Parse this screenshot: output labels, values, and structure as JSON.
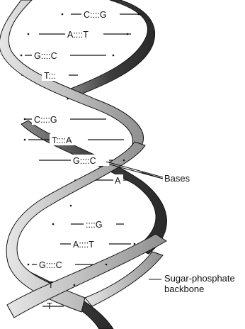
{
  "labels": {
    "bases": "Bases",
    "backbone_line1": "Sugar-phosphate",
    "backbone_line2": "backbone"
  },
  "base_pairs": {
    "p1": "C::::G",
    "p2": "A::::T",
    "p3": "G::::C",
    "p4": "T:::",
    "p5": "C::::G",
    "p6": "T::::A",
    "p7": "G::::C",
    "p8": "A",
    "p9": "::::G",
    "p10": "A::::T",
    "p11": "G::::C",
    "p12": "T",
    "p13": "T"
  },
  "colors": {
    "dark_strand": "#4a4a4a",
    "light_strand": "#c8c8c8",
    "outline": "#111111"
  }
}
